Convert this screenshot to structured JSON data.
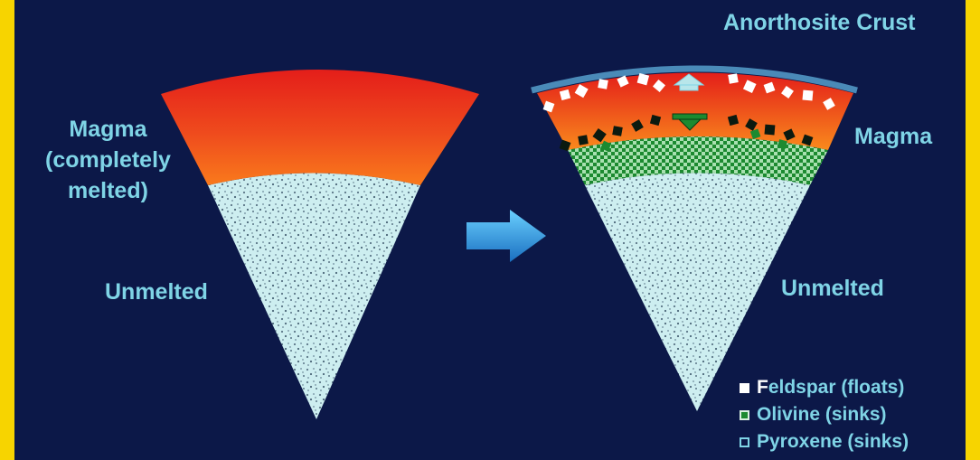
{
  "labels": {
    "magma_left": "Magma\n(completely\nmelted)",
    "unmelted_left": "Unmelted",
    "anorthosite": "Anorthosite Crust",
    "magma_right": "Magma",
    "unmelted_right": "Unmelted"
  },
  "legend": [
    {
      "label": "Feldspar (floats)",
      "first_letter": "F",
      "rest": "eldspar (floats)",
      "marker": "feldspar"
    },
    {
      "label": "Olivine (sinks)",
      "marker": "olivine"
    },
    {
      "label": "Pyroxene (sinks)",
      "marker": "pyroxene"
    }
  ],
  "colors": {
    "background": "#0c1848",
    "border": "#f7d400",
    "text": "#7fd4e6",
    "magma_top": "#e41e1a",
    "magma_bottom": "#f97a1c",
    "unmelted": "#cdeef0",
    "olivine": "#1c8a30",
    "crust": "#4a8ab8",
    "arrow": "#2e9fe0"
  }
}
